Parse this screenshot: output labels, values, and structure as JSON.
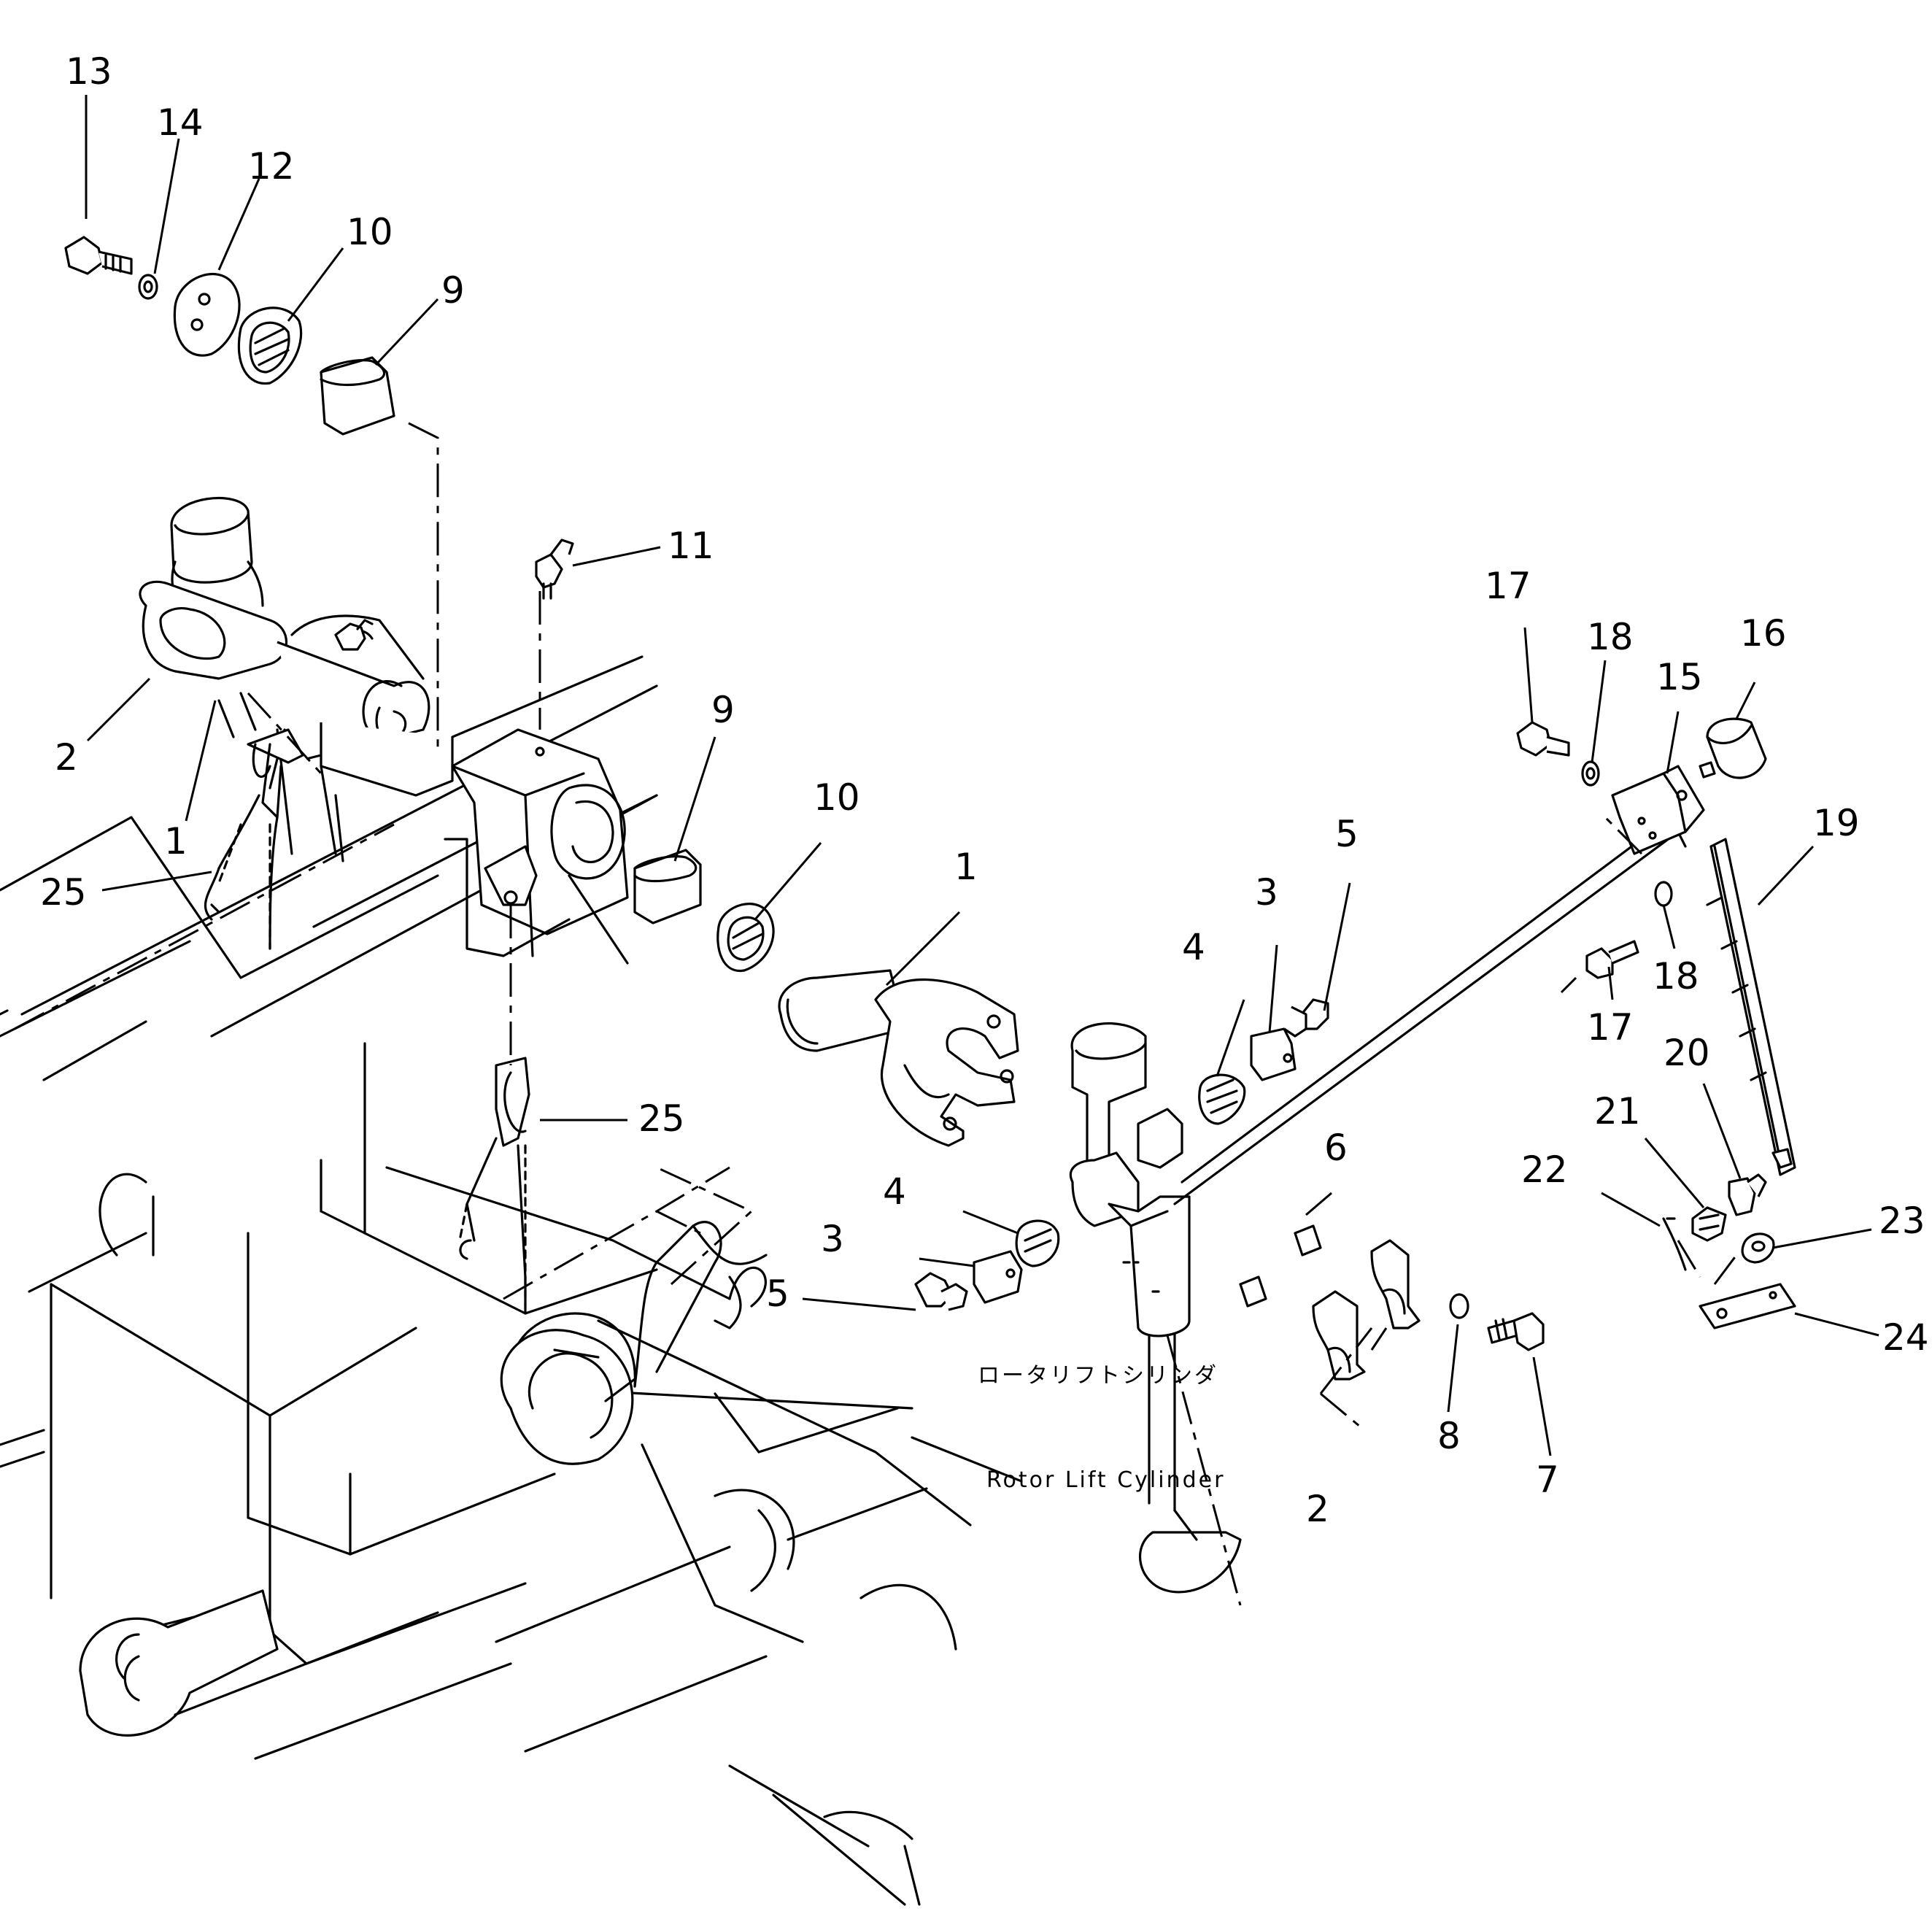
{
  "diagram": {
    "caption_jp": "ロータリフトシリンダ",
    "caption_en": "Rotor Lift Cylinder",
    "callouts": {
      "c13": "13",
      "c14": "14",
      "c12": "12",
      "c10a": "10",
      "c9a": "9",
      "c11": "11",
      "c2a": "2",
      "c1a": "1",
      "c25a": "25",
      "c9b": "9",
      "c10b": "10",
      "c1b": "1",
      "c25b": "25",
      "c4a": "4",
      "c3a": "3",
      "c5a": "5",
      "c4b": "4",
      "c3b": "3",
      "c5b": "5",
      "c6": "6",
      "c2b": "2",
      "c8": "8",
      "c7": "7",
      "c17a": "17",
      "c18a": "18",
      "c15": "15",
      "c16": "16",
      "c19": "19",
      "c18b": "18",
      "c17b": "17",
      "c20": "20",
      "c21": "21",
      "c22": "22",
      "c23": "23",
      "c24": "24"
    }
  }
}
